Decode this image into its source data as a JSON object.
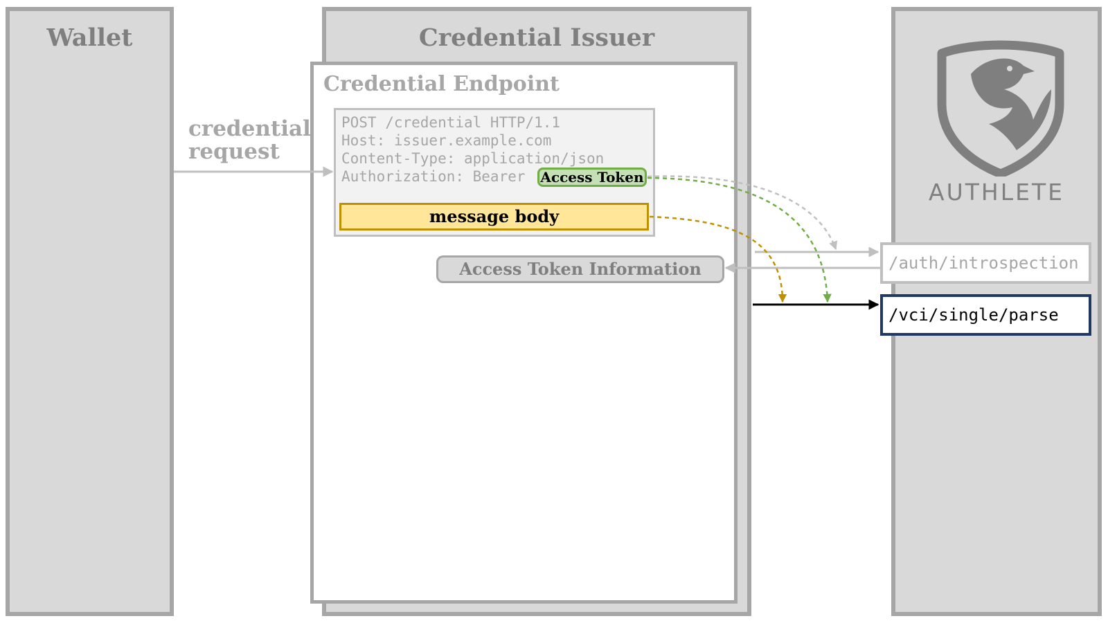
{
  "panels": {
    "wallet": {
      "title": "Wallet"
    },
    "issuer": {
      "title": "Credential Issuer"
    },
    "authlete": {
      "brand": "AUTHLETE",
      "logo_icon": "phoenix-shield-icon"
    }
  },
  "endpoint": {
    "title": "Credential Endpoint",
    "http_request": {
      "line1": "POST /credential HTTP/1.1",
      "line2": "Host: issuer.example.com",
      "line3": "Content-Type: application/json",
      "line4": "Authorization: Bearer"
    },
    "access_token_label": "Access Token",
    "message_body_label": "message body",
    "access_token_information_label": "Access Token Information"
  },
  "wallet_to_issuer": {
    "label_line1": "credential",
    "label_line2": "request"
  },
  "apis": {
    "introspection": "/auth/introspection",
    "single_parse": "/vci/single/parse"
  },
  "colors": {
    "panel_fill": "#d9d9d9",
    "panel_border": "#a6a6a6",
    "access_token_fill": "#c5e0b4",
    "access_token_border": "#70ad47",
    "message_body_fill": "#ffe699",
    "message_body_border": "#bf9000",
    "parse_border": "#1f3864"
  }
}
